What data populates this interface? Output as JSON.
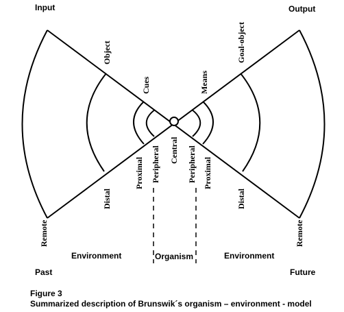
{
  "corners": {
    "input": "Input",
    "output": "Output",
    "past": "Past",
    "future": "Future"
  },
  "left_arms": {
    "upper": [
      "Object",
      "Cues"
    ],
    "lower": [
      "Remote",
      "Distal",
      "Proximal",
      "Peripheral"
    ]
  },
  "right_arms": {
    "upper": [
      "Means",
      "Goal-object"
    ],
    "lower": [
      "Central",
      "Peripheral",
      "Proximal",
      "Distal",
      "Remote"
    ]
  },
  "regions": {
    "environment_left": "Environment",
    "organism": "Organism",
    "environment_right": "Environment"
  },
  "caption": {
    "figure": "Figure 3",
    "title": "Summarized description of Brunswik´s organism – environment - model"
  }
}
